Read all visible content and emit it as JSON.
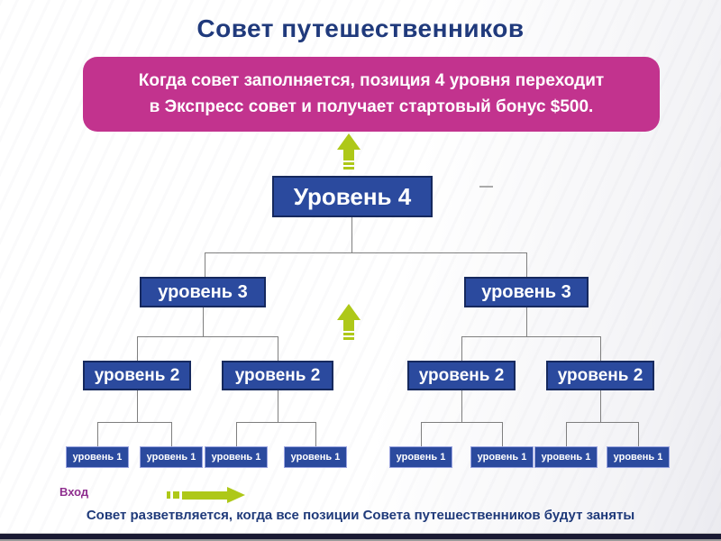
{
  "slide": {
    "title": "Совет путешественников",
    "callout": {
      "line1": "Когда совет заполняется, позиция 4 уровня переходит",
      "line2": "в Экспресс совет и получает стартовый бонус $500."
    },
    "tree": {
      "level4_label": "Уровень 4",
      "level3_label": "уровень 3",
      "level2_label": "уровень 2",
      "level1_label": "уровень 1",
      "level3_count": 2,
      "level2_count": 4,
      "level1_count": 8
    },
    "entry_label": "Вход",
    "caption": "Совет разветвляется, когда все позиции Совета путешественников будут заняты",
    "colors": {
      "title_navy": "#203a7c",
      "node_blue": "#2b4a9e",
      "node_border_navy": "#16295e",
      "level1_border": "#9aa4e0",
      "callout_pink": "#c2338e",
      "arrow_green": "#aec818",
      "entry_purple": "#8e2e8e",
      "connector_gray": "#7f7f7f"
    }
  }
}
